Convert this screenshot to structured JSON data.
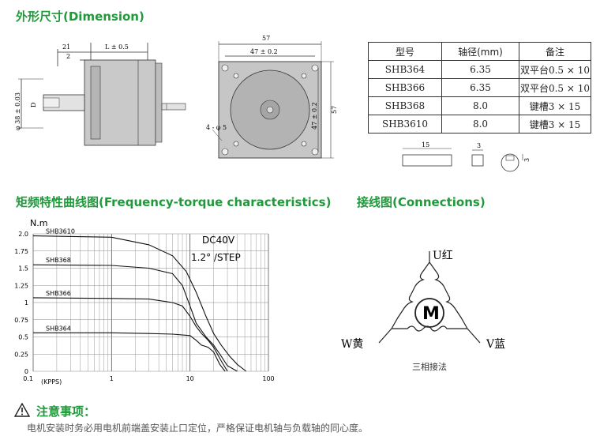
{
  "dimension": {
    "heading": "外形尺寸(Dimension)",
    "side_view": {
      "dim_21": "21",
      "dim_2": "2",
      "dim_L": "L ± 0.5",
      "dim_shaft": "φ 38 ± 0.03",
      "dim_D": "D"
    },
    "front_view": {
      "dim_57_top": "57",
      "dim_47_top": "47 ± 0.2",
      "dim_47_right": "47 ± 0.2",
      "dim_57_right": "57",
      "dim_holes": "4 - φ 5"
    }
  },
  "spec_table": {
    "headers": [
      "型号",
      "轴径(mm)",
      "备注"
    ],
    "rows": [
      [
        "SHB364",
        "6.35",
        "双平台0.5 × 10"
      ],
      [
        "SHB366",
        "6.35",
        "双平台0.5 × 10"
      ],
      [
        "SHB368",
        "8.0",
        "键槽3 × 15"
      ],
      [
        "SHB3610",
        "8.0",
        "键槽3 × 15"
      ]
    ]
  },
  "key_drawing": {
    "dim_15": "15",
    "dim_3a": "3",
    "dim_3b": "3"
  },
  "frequency_torque": {
    "heading": "矩频特性曲线图(Frequency-torque characteristics)",
    "chart_data": {
      "type": "line",
      "title": "",
      "ylabel": "N.m",
      "xlabel": "(KPPS)",
      "x_scale": "log",
      "xlim": [
        0.1,
        100
      ],
      "ylim": [
        0,
        2.0
      ],
      "x_ticks": [
        "0.1",
        "1",
        "10",
        "100"
      ],
      "y_ticks": [
        "0",
        "0.25",
        "0.5",
        "0.75",
        "1",
        "1.25",
        "1.5",
        "1.75",
        "2.0"
      ],
      "annotations": [
        "DC40V",
        "1.2° /STEP"
      ],
      "series": [
        {
          "name": "SHB3610",
          "x": [
            0.1,
            1,
            3,
            6,
            9,
            12,
            16,
            20,
            25,
            32,
            40,
            52
          ],
          "y": [
            1.97,
            1.95,
            1.84,
            1.68,
            1.45,
            1.15,
            0.8,
            0.55,
            0.38,
            0.22,
            0.1,
            0.0
          ]
        },
        {
          "name": "SHB368",
          "x": [
            0.1,
            1,
            3,
            6,
            8,
            10,
            12,
            16,
            20,
            25,
            30,
            40
          ],
          "y": [
            1.55,
            1.54,
            1.5,
            1.42,
            1.25,
            0.95,
            0.7,
            0.5,
            0.38,
            0.22,
            0.08,
            0.0
          ]
        },
        {
          "name": "SHB366",
          "x": [
            0.1,
            1,
            3,
            6,
            8,
            10,
            12,
            14,
            17,
            20,
            25,
            30
          ],
          "y": [
            1.07,
            1.06,
            1.05,
            1.0,
            0.95,
            0.8,
            0.65,
            0.55,
            0.45,
            0.35,
            0.15,
            0.0
          ]
        },
        {
          "name": "SHB364",
          "x": [
            0.1,
            1,
            3,
            6,
            10,
            12,
            14,
            17,
            20,
            24,
            28
          ],
          "y": [
            0.56,
            0.56,
            0.55,
            0.54,
            0.52,
            0.45,
            0.38,
            0.35,
            0.28,
            0.1,
            0.0
          ]
        }
      ]
    }
  },
  "connections": {
    "heading": "接线图(Connections)",
    "motor_label": "M",
    "terminal_u": "U红",
    "terminal_w": "W黄",
    "terminal_v": "V蓝",
    "caption": "三相接法"
  },
  "notice": {
    "heading": "注意事项：",
    "text": "电机安装时务必用电机前端盖安装止口定位，严格保证电机轴与负载轴的同心度。"
  }
}
